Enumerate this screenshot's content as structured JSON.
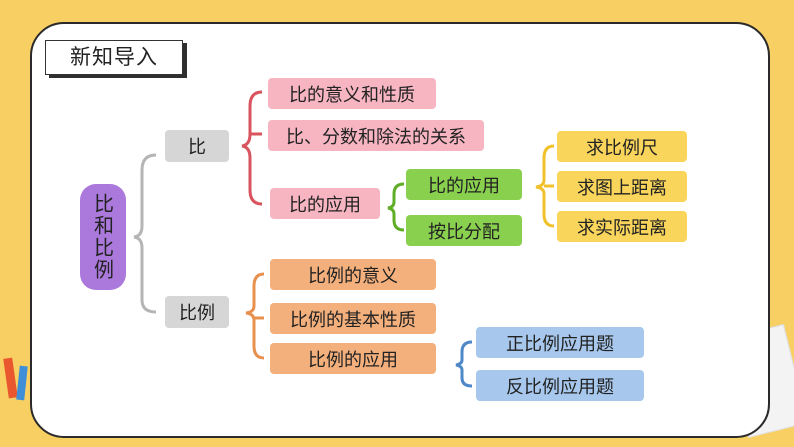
{
  "section_tag": "新知导入",
  "root": "比和比例",
  "branches": {
    "bi": {
      "label": "比",
      "children": [
        "比的意义和性质",
        "比、分数和除法的关系",
        "比的应用"
      ],
      "application": {
        "children": [
          "比的应用",
          "按比分配"
        ],
        "sub": [
          "求比例尺",
          "求图上距离",
          "求实际距离"
        ]
      }
    },
    "bili": {
      "label": "比例",
      "children": [
        "比例的意义",
        "比例的基本性质",
        "比例的应用"
      ],
      "application": {
        "children": [
          "正比例应用题",
          "反比例应用题"
        ]
      }
    }
  },
  "colors": {
    "background": "#f8cf63",
    "root": "#ab79dc",
    "level1": "#d6d6d6",
    "bi_children": "#f6b5c1",
    "bi_application": "#8ad04f",
    "scale_items": "#f9d55b",
    "bili_children": "#f4b07c",
    "proportion_items": "#a7c8ec"
  }
}
